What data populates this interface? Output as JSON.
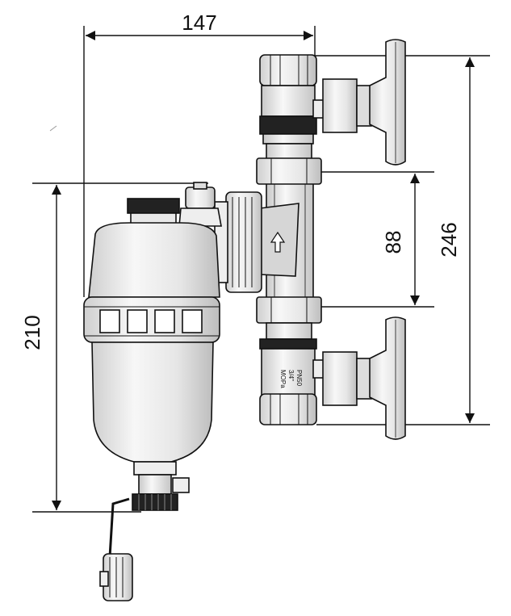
{
  "dimensions": {
    "width_top": "147",
    "height_left": "210",
    "pipe_spacing": "88",
    "height_total": "246"
  },
  "valve_marking": [
    "PN50",
    "3/4\"",
    "MOPa"
  ],
  "colors": {
    "stroke": "#111111",
    "fill_light": "#f4f4f4",
    "fill_shade": "#d9d9d9",
    "fill_dark": "#222222",
    "background": "#ffffff"
  },
  "icons": {
    "flow": "arrow-up-icon"
  }
}
